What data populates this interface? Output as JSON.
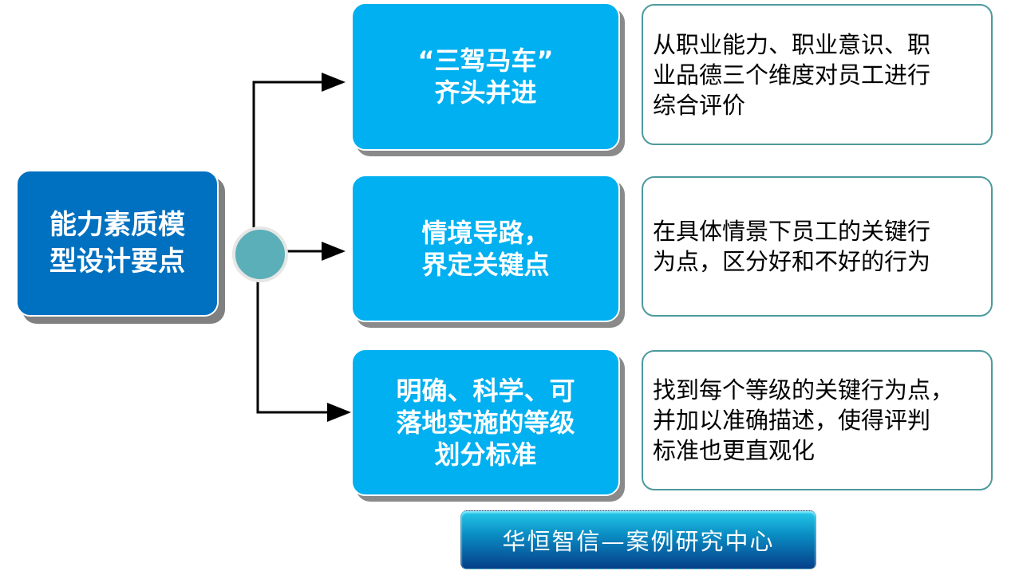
{
  "root": {
    "label": "能力素质模\n型设计要点"
  },
  "points": [
    {
      "title": "“三驾马车”\n齐头并进",
      "description": "从职业能力、职业意识、职\n业品德三个维度对员工进行\n综合评价"
    },
    {
      "title": "情境导路，\n界定关键点",
      "description": "在具体情景下员工的关键行\n为点，区分好和不好的行为"
    },
    {
      "title": "明确、科学、可\n落地实施的等级\n划分标准",
      "description": "找到每个等级的关键行为点，\n并加以准确描述，使得评判\n标准也更直观化"
    }
  ],
  "banner": {
    "label": "华恒智信—案例研究中心"
  },
  "colors": {
    "root": "#0070C0",
    "point": "#00B0F0",
    "hub": "#5BAFB8",
    "border": "#4d9a9c"
  }
}
